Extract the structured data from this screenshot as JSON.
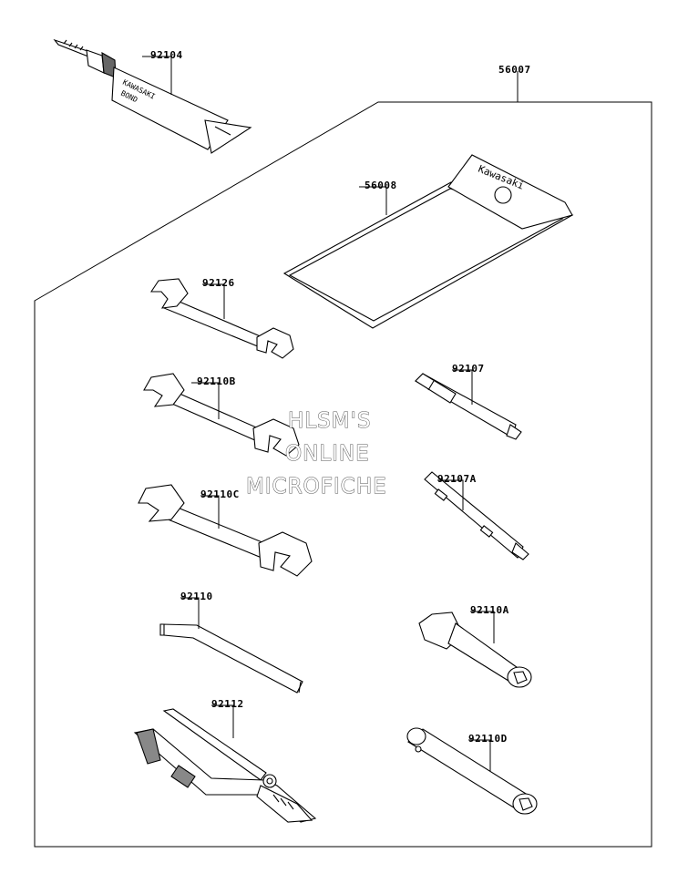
{
  "parts": {
    "p92104": "92104",
    "p56007": "56007",
    "p56008": "56008",
    "p92126": "92126",
    "p92110B": "92110B",
    "p92107": "92107",
    "p92110C": "92110C",
    "p92107A": "92107A",
    "p92110": "92110",
    "p92110A": "92110A",
    "p92112": "92112",
    "p92110D": "92110D"
  },
  "labels": {
    "bond_brand": "KAWASAKI",
    "bond_name": "BOND",
    "pouch_brand": "Kawasaki"
  },
  "watermark": {
    "line1": "HLSM'S",
    "line2": "ONLINE",
    "line3": "MICROFICHE"
  },
  "colors": {
    "line": "#000000",
    "fill": "#ffffff",
    "watermark_outline": "#555555"
  }
}
